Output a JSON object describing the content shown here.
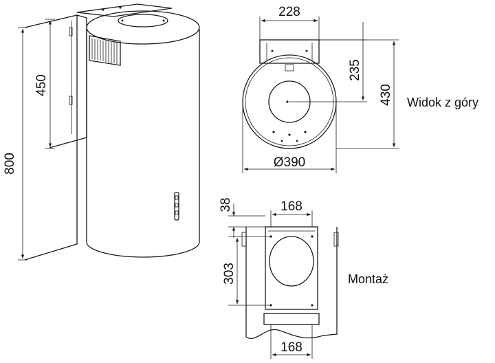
{
  "side_view": {
    "dim_total_height": "800",
    "dim_bracket_height": "450"
  },
  "top_view": {
    "caption": "Widok z góry",
    "dim_bracket_width": "228",
    "dim_diameter": "Ø390",
    "dim_to_center": "235",
    "dim_depth": "430"
  },
  "mount_view": {
    "caption": "Montaż",
    "dim_top_offset": "38",
    "dim_top_width": "168",
    "dim_hole_spacing": "303",
    "dim_bottom_width": "168"
  },
  "colors": {
    "line": "#1a1a1a",
    "background": "#ffffff"
  }
}
